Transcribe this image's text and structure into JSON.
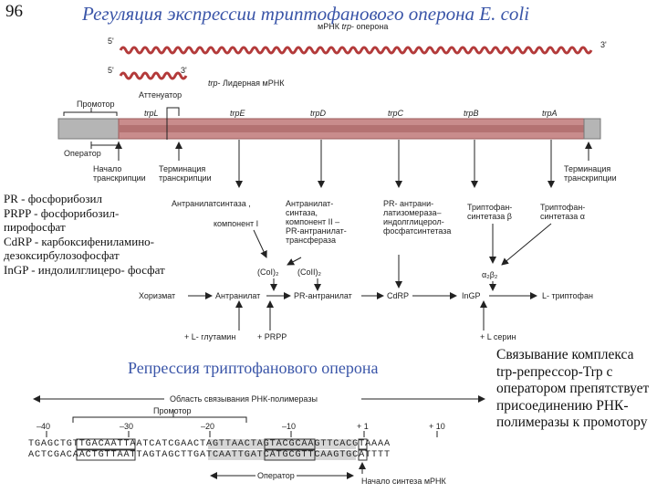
{
  "slide_number": "96",
  "title": "Регуляция экспрессии триптофанового оперона E. coli",
  "mrna": {
    "label_prefix": "мРНК",
    "label_italic": "trp",
    "label_suffix": "- оперона",
    "five_prime": "5'",
    "three_prime": "3'"
  },
  "leader": {
    "five_prime": "5'",
    "three_prime": "3'",
    "label_italic": "trp",
    "label_suffix": "- Лидерная мРНК"
  },
  "gene_labels": [
    "trpL",
    "trpE",
    "trpD",
    "trpC",
    "trpB",
    "trpA"
  ],
  "regions": {
    "promoter": "Промотор",
    "attenuator": "Аттенуатор",
    "operator": "Оператор",
    "start": [
      "Начало",
      "транскрипции"
    ],
    "termination_left": [
      "Терминация",
      "транскрипции"
    ],
    "termination_right": [
      "Терминация",
      "транскрипции"
    ]
  },
  "enzymes": {
    "e1": [
      "Антранилатсинтаза ,",
      "компонент I"
    ],
    "e2": [
      "Антранилат-",
      "синтаза,",
      "компонент II –",
      "PR-антранилат-",
      "трансфераза"
    ],
    "e3": [
      "PR- антрани-",
      "латизомераза–",
      "индолглицерол-",
      "фосфатсинтетаза"
    ],
    "e4": [
      "Триптофан-",
      "синтетаза β"
    ],
    "e5": [
      "Триптофан-",
      "синтетаза α"
    ],
    "complex1": "(CoI)₂",
    "complex2": "(CoII)₂",
    "complex3": "α₂β₂"
  },
  "legend": [
    "PR - фосфорибозил",
    "PRPP - фосфорибозил-",
    "пирофосфат",
    "CdRP - карбоксифениламино-",
    "дезоксирбулозофосфат",
    "InGP - индолилглицеро- фосфат"
  ],
  "pathway": {
    "nodes": [
      "Хоризмат",
      "Антранилат",
      "PR-антранилат",
      "CdRP",
      "InGP",
      "L- триптофан"
    ],
    "inputs": [
      "+ L- глутамин",
      "+ PRPP",
      "+ L серин"
    ]
  },
  "repression_title": "Репрессия триптофанового оперона",
  "binding_note": "Связывание комплекса trp-репрессор-Trp с оператором препятствует присоединению РНК-полимеразы к промотору",
  "sequence": {
    "rnap_region": "Область связывания РНК-полимеразы",
    "promoter": "Промотор",
    "positions": [
      "–40",
      "–30",
      "–20",
      "–10",
      "+ 1",
      "+ 10"
    ],
    "top_strand": "TGAGCTGTTGACAATTAATCATCGAACTAGTTAACTAGTACGCAAGTTCACGTAAAA",
    "bottom_strand": "ACTCGACAACTGTTAATTAGTAGCTTGATCAATTGATCATGCGTTCAAGTGCATTTT",
    "operator": "Оператор",
    "start": "Начало синтеза мРНК"
  },
  "colors": {
    "title_blue": "#3a55a8",
    "mrna_red": "#b33a3a",
    "gene_bar": "#c98c8c",
    "gene_bar_dark": "#9a5a5a",
    "promoter_grey": "#b5b5b5",
    "box_grey": "#d6d6d6"
  }
}
